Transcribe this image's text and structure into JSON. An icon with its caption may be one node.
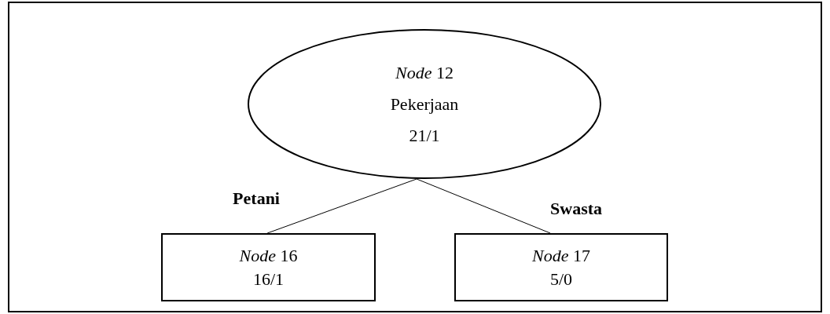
{
  "diagram": {
    "nodes": [
      {
        "text": [
          "*Node* 12",
          "Pekerjaan",
          "21/1"
        ]
      },
      {
        "text": [
          "*Node* 16",
          "16/1"
        ]
      },
      {
        "text": [
          "*Node* 17",
          "5/0"
        ]
      }
    ],
    "edges": [
      {
        "from": 0,
        "to": 1,
        "arrow": "none",
        "label": "Petani"
      },
      {
        "from": 0,
        "to": 2,
        "arrow": "none",
        "label": "Swasta"
      }
    ]
  }
}
